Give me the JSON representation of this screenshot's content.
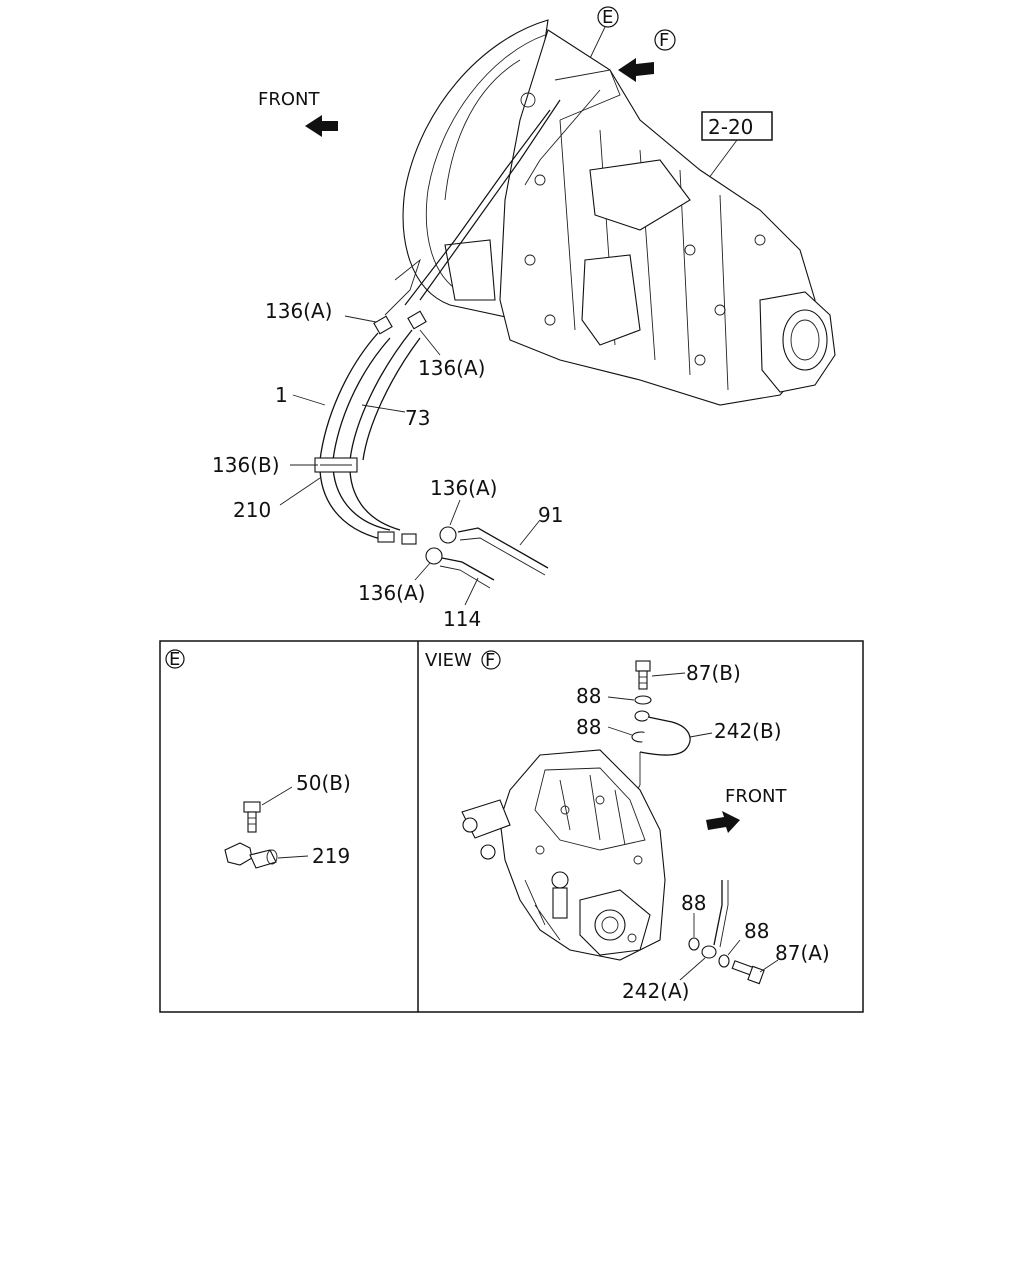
{
  "main_view": {
    "front_label": "FRONT",
    "ref_box": "2-20",
    "callout_e": "E",
    "callout_f": "F",
    "labels": {
      "p136a_1": "136(A)",
      "p136a_2": "136(A)",
      "p1": "1",
      "p73": "73",
      "p136b": "136(B)",
      "p210": "210",
      "p136a_3": "136(A)",
      "p91": "91",
      "p136a_4": "136(A)",
      "p114": "114"
    }
  },
  "detail_e": {
    "title_circle": "E",
    "labels": {
      "p50b": "50(B)",
      "p219": "219"
    }
  },
  "detail_f": {
    "view_text": "VIEW",
    "view_circle": "F",
    "front_label": "FRONT",
    "labels": {
      "p87b": "87(B)",
      "p88_1": "88",
      "p88_2": "88",
      "p242b": "242(B)",
      "p88_3": "88",
      "p88_4": "88",
      "p87a": "87(A)",
      "p242a": "242(A)"
    }
  }
}
